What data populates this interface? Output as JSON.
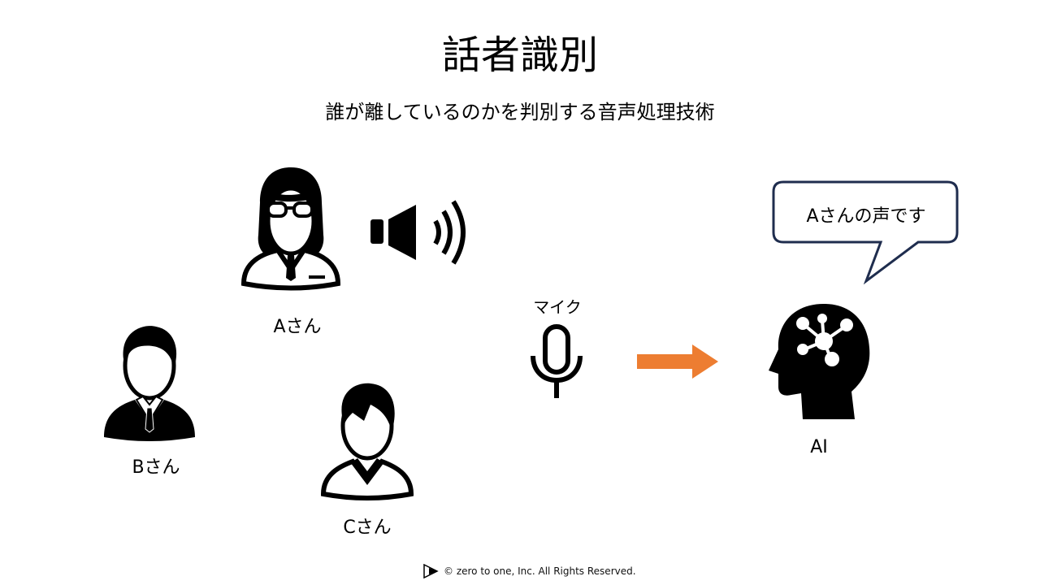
{
  "slide": {
    "title": "話者識別",
    "subtitle": "誰が離しているのかを判別する音声処理技術"
  },
  "speakers": [
    {
      "label": "Aさん",
      "icon": "woman-with-glasses-icon"
    },
    {
      "label": "Bさん",
      "icon": "man-in-suit-icon"
    },
    {
      "label": "Cさん",
      "icon": "person-icon"
    }
  ],
  "speaker_icon": "speaker-sound-icon",
  "microphone": {
    "label": "マイク",
    "icon": "microphone-icon"
  },
  "arrow": {
    "color": "#ED7D31",
    "icon": "arrow-right-icon"
  },
  "ai": {
    "label": "AI",
    "icon": "ai-head-icon",
    "speech_bubble": "Aさんの声です",
    "bubble_border": "#1F2D4E"
  },
  "footer": {
    "copyright": "©  zero to one, Inc. All Rights Reserved.",
    "logo": "play-triangle-logo"
  }
}
